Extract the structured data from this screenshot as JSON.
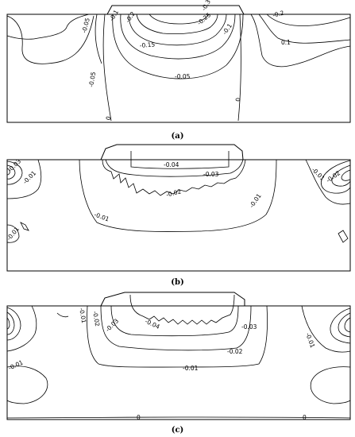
{
  "panels": [
    {
      "caption": "(a)",
      "labels": [
        "-0.05",
        "-0.1",
        "-0.2",
        "-0.15",
        "-0.3",
        "-0.25",
        "-0.1",
        "-0.2",
        "0.1",
        "-0.05",
        "0",
        "0",
        "-0.05"
      ]
    },
    {
      "caption": "(b)",
      "labels": [
        "-0.03",
        "-0.01",
        "-0.04",
        "-0.03",
        "-0.02",
        "-0.01",
        "-0.01",
        "-0.01",
        "-0.02",
        "-0.01"
      ]
    },
    {
      "caption": "(c)",
      "labels": [
        "-0.01",
        "-0.02",
        "-0.03",
        "-0.04",
        "-0.03",
        "-0.02",
        "-0.01",
        "-0.01",
        "0",
        "0",
        "-0.01"
      ]
    }
  ]
}
